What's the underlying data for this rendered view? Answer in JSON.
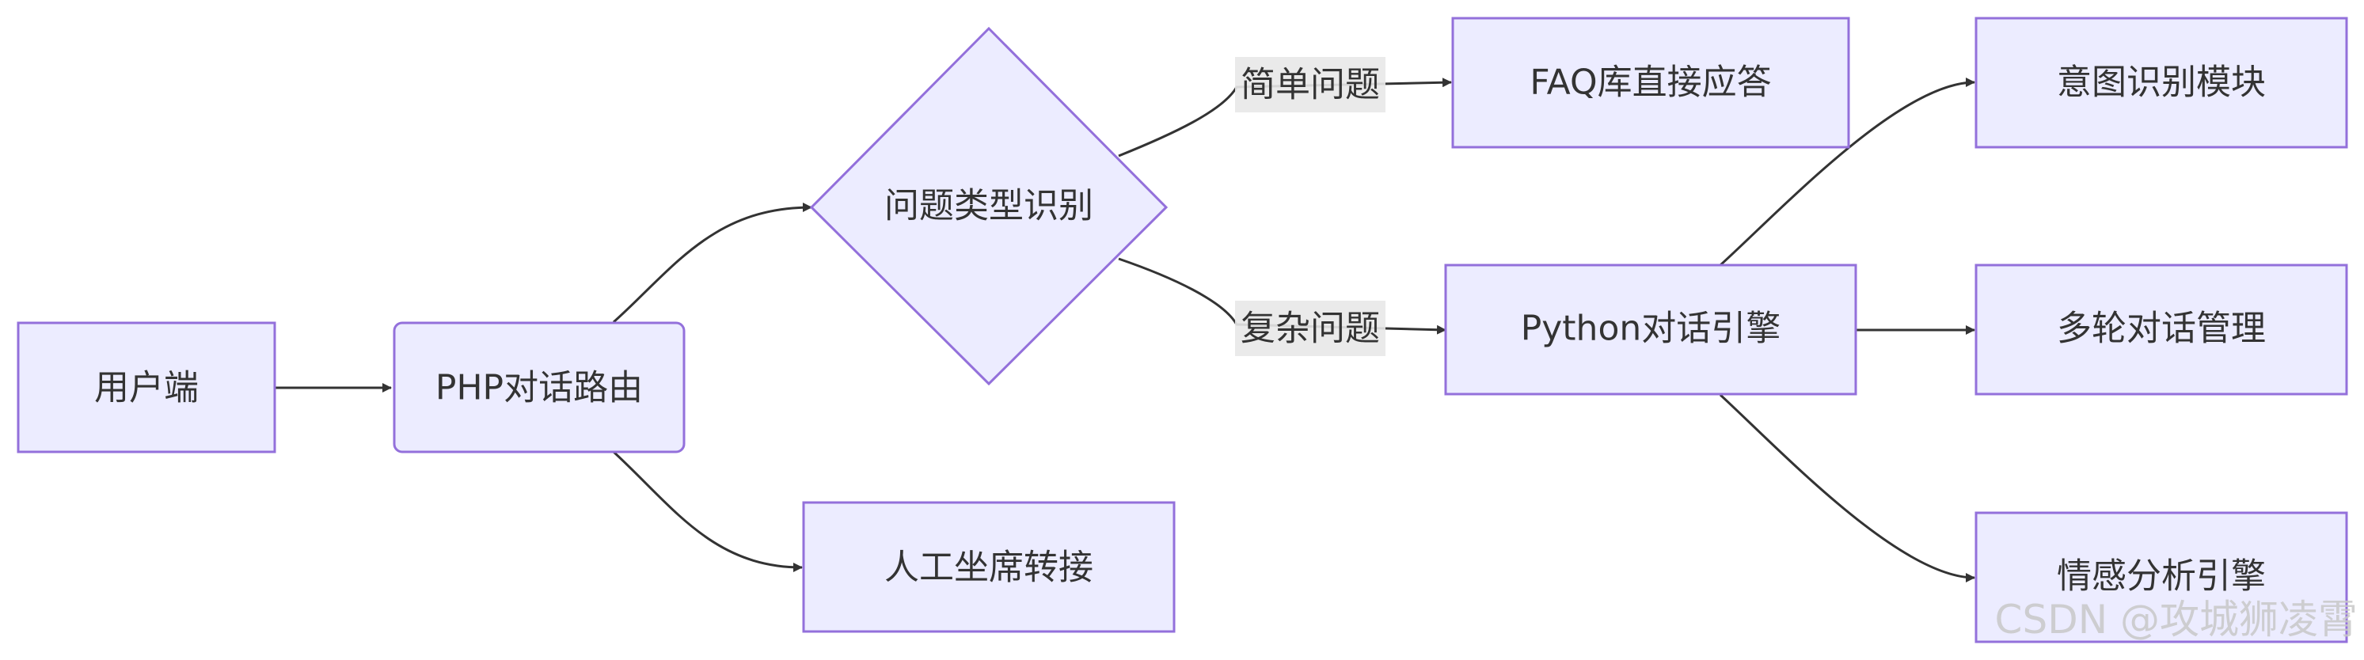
{
  "diagram": {
    "type": "flowchart",
    "nodes": {
      "user_client": "用户端",
      "php_router": "PHP对话路由",
      "question_type": "问题类型识别",
      "human_agent": "人工坐席转接",
      "faq_answer": "FAQ库直接应答",
      "python_engine": "Python对话引擎",
      "intent_module": "意图识别模块",
      "multi_turn": "多轮对话管理",
      "sentiment_engine": "情感分析引擎"
    },
    "edge_labels": {
      "simple": "简单问题",
      "complex": "复杂问题"
    },
    "edges": [
      {
        "from": "user_client",
        "to": "php_router"
      },
      {
        "from": "php_router",
        "to": "question_type"
      },
      {
        "from": "php_router",
        "to": "human_agent"
      },
      {
        "from": "question_type",
        "to": "faq_answer",
        "label": "简单问题"
      },
      {
        "from": "question_type",
        "to": "python_engine",
        "label": "复杂问题"
      },
      {
        "from": "python_engine",
        "to": "intent_module"
      },
      {
        "from": "python_engine",
        "to": "multi_turn"
      },
      {
        "from": "python_engine",
        "to": "sentiment_engine"
      }
    ]
  },
  "watermark": "CSDN @攻城狮凌霄",
  "colors": {
    "node_fill": "#ececff",
    "node_stroke": "#9370db",
    "edge": "#333333",
    "edge_label_bg": "#e8e8e8"
  }
}
